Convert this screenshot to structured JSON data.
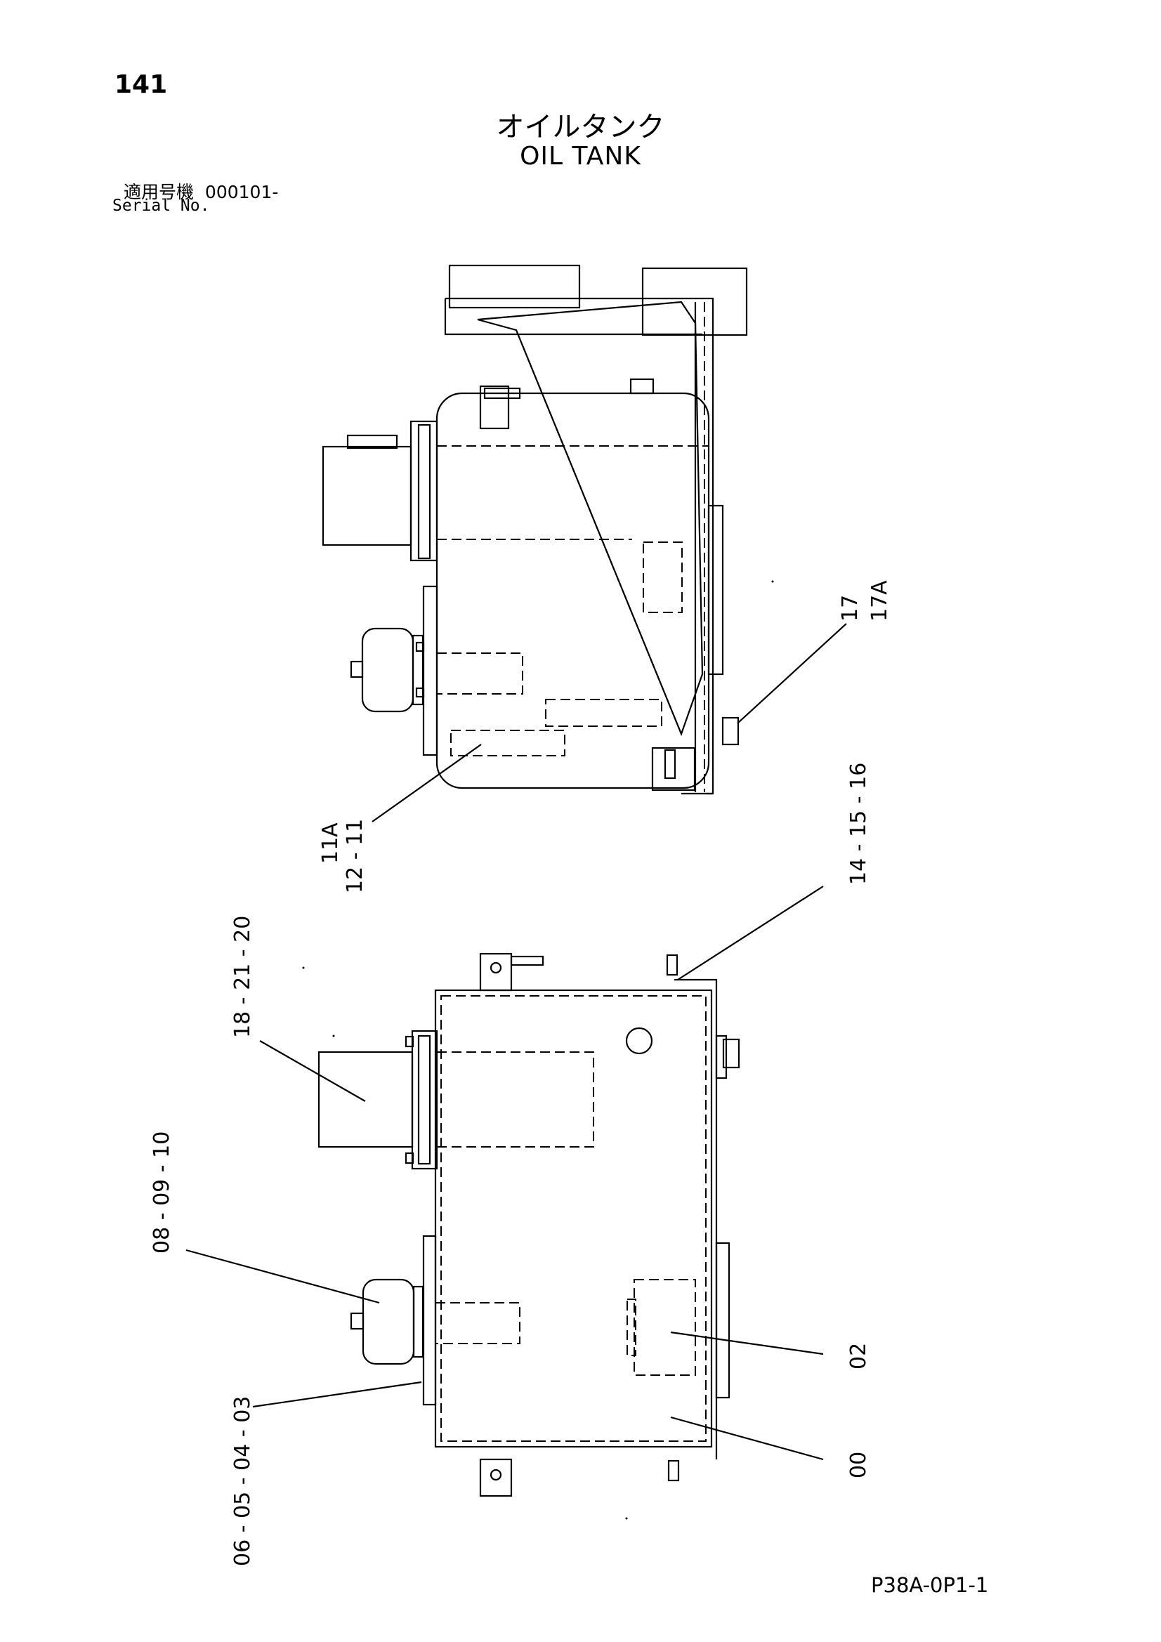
{
  "page": {
    "number": "141",
    "title_jp": "オイルタンク",
    "title_en": "OIL TANK",
    "serial_label_jp": "適用号機",
    "serial_value": "000101-",
    "serial_label_en": "Serial No.",
    "drawing_code": "P38A-0P1-1"
  },
  "callouts": {
    "top_17": "17",
    "top_17a": "17A",
    "top_11a": "11A",
    "top_12_11": "12 - 11",
    "bottom_14_15_16": "14 - 15 - 16",
    "bottom_18_21_20": "18 - 21 - 20",
    "bottom_08_09_10": "08 - 09 - 10",
    "bottom_06_05_04_03": "06 - 05 - 04 - 03",
    "bottom_02": "02",
    "bottom_00": "00"
  }
}
